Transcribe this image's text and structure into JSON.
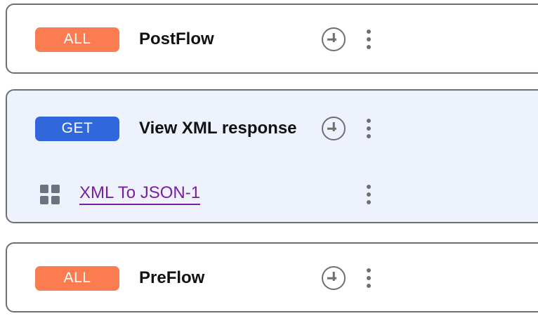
{
  "flows": [
    {
      "id": "postflow",
      "badge": {
        "label": "ALL",
        "color": "#fb7c51"
      },
      "title": "PostFlow",
      "selected": false,
      "add_icon": "plus-circle-icon",
      "menu_icon": "kebab-menu-icon",
      "children": []
    },
    {
      "id": "view-xml-response",
      "badge": {
        "label": "GET",
        "color": "#3067dc"
      },
      "title": "View XML response",
      "selected": true,
      "add_icon": "plus-circle-icon",
      "menu_icon": "kebab-menu-icon",
      "children": [
        {
          "id": "xml-to-json-1",
          "icon": "grid-policy-icon",
          "label": "XML To JSON-1",
          "link_color": "#7b1fa2",
          "menu_icon": "kebab-menu-icon"
        }
      ]
    },
    {
      "id": "preflow",
      "badge": {
        "label": "ALL",
        "color": "#fb7c51"
      },
      "title": "PreFlow",
      "selected": false,
      "add_icon": "plus-circle-icon",
      "menu_icon": "kebab-menu-icon",
      "children": []
    }
  ],
  "theme": {
    "card_border": "#6b6f76",
    "card_background": "#ffffff",
    "card_selected_background": "#edf2fc",
    "icon_gray": "#6f6f6f",
    "policy_icon_gray": "#6b7280",
    "title_color": "#111111"
  }
}
